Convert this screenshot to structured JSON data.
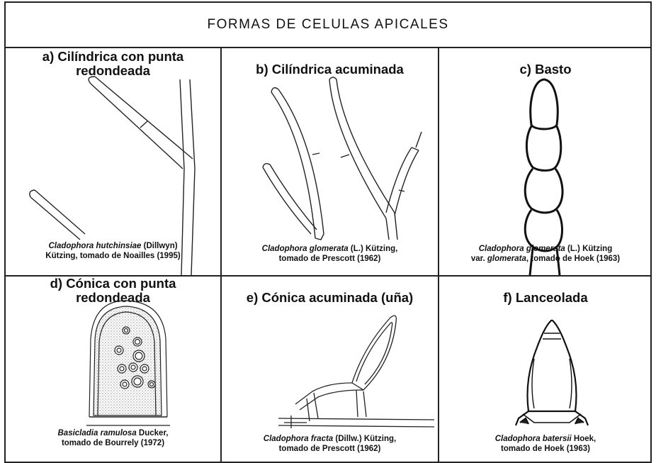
{
  "title": "FORMAS DE CELULAS APICALES",
  "panels": [
    {
      "heading_line1": "a) Cilíndrica con punta",
      "heading_line2": "redondeada",
      "species": "Cladophora hutchinsiae",
      "caption_rest1": " (Dillwyn)",
      "caption_line2": "Kützing, tomado de Noailles (1995)"
    },
    {
      "heading_line1": "b)  Cilíndrica acuminada",
      "species": "Cladophora glomerata",
      "caption_rest1": "  (L.) Kützing,",
      "caption_line2": "tomado de Prescott (1962)"
    },
    {
      "heading_line1": "c)  Basto",
      "species": "Cladophora glomerata",
      "caption_rest1": "  (L.) Kützing",
      "caption_line2_pre": "var. ",
      "caption_line2_italic": "glomerata",
      "caption_line2": ", tomado de Hoek (1963)"
    },
    {
      "heading_line1": "d) Cónica con punta",
      "heading_line2": "redondeada",
      "species": "Basicladia ramulosa",
      "caption_rest1": " Ducker,",
      "caption_line2": "tomado de Bourrely (1972)"
    },
    {
      "heading_line1": "e)  Cónica acuminada (uña)",
      "species": "Cladophora fracta",
      "caption_rest1": " (Dillw.) Kützing,",
      "caption_line2": "tomado de Prescott (1962)"
    },
    {
      "heading_line1": "f)   Lanceolada",
      "species": "Cladophora batersii",
      "caption_rest1": " Hoek,",
      "caption_line2": "tomado de Hoek (1963)"
    }
  ]
}
